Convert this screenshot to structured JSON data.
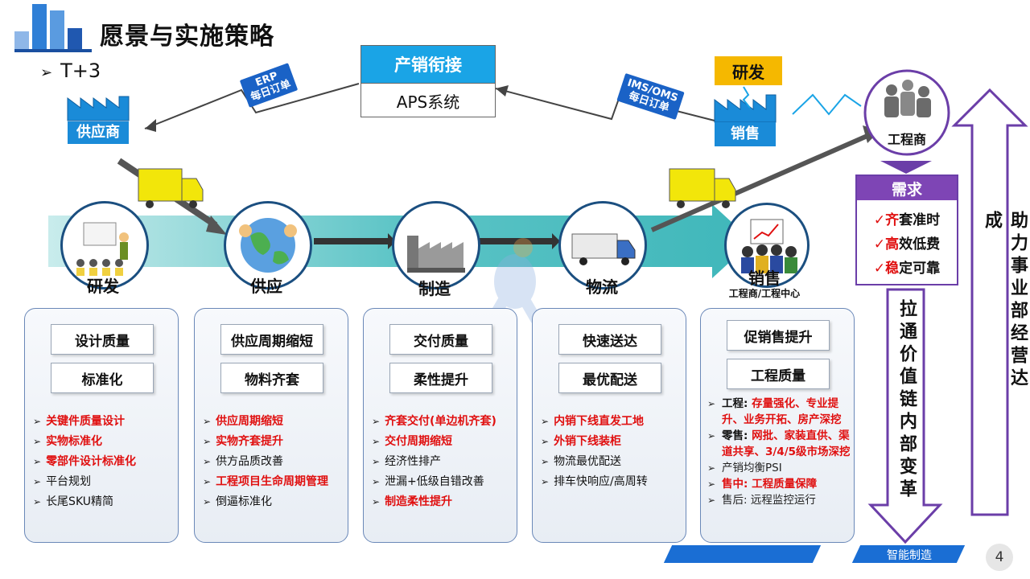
{
  "header": {
    "title": "愿景与实施策略",
    "subtitle": "T+3"
  },
  "top": {
    "box_title": "产销衔接",
    "box_body": "APS系统",
    "erp_tag_1": "ERP",
    "erp_tag_2": "每日订单",
    "ims_tag_1": "IMS/OMS",
    "ims_tag_2": "每日订单",
    "supplier": "供应商",
    "rnd": "研发",
    "sales_factory": "销售",
    "engineer": "工程商"
  },
  "stages": [
    {
      "label": "研发"
    },
    {
      "label": "供应"
    },
    {
      "label": "制造"
    },
    {
      "label": "物流"
    },
    {
      "label": "销售",
      "sub": "工程商/工程中心"
    }
  ],
  "cards": [
    {
      "pills": [
        "设计质量",
        "标准化"
      ],
      "items": [
        {
          "text": "关键件质量设计",
          "red": true
        },
        {
          "text": "实物标准化",
          "red": true
        },
        {
          "text": "零部件设计标准化",
          "red": true
        },
        {
          "text": "平台规划",
          "red": false
        },
        {
          "text": "长尾SKU精简",
          "red": false
        }
      ]
    },
    {
      "pills": [
        "供应周期缩短",
        "物料齐套"
      ],
      "items": [
        {
          "text": "供应周期缩短",
          "red": true
        },
        {
          "text": "实物齐套提升",
          "red": true
        },
        {
          "text": "供方品质改善",
          "red": false
        },
        {
          "text": "工程项目生命周期管理",
          "red": true
        },
        {
          "text": "倒逼标准化",
          "red": false
        }
      ]
    },
    {
      "pills": [
        "交付质量",
        "柔性提升"
      ],
      "items": [
        {
          "text": "齐套交付(单边机齐套)",
          "red": true
        },
        {
          "text": "交付周期缩短",
          "red": true
        },
        {
          "text": "经济性排产",
          "red": false
        },
        {
          "text": "泄漏+低级自错改善",
          "red": false
        },
        {
          "text": "制造柔性提升",
          "red": true
        }
      ]
    },
    {
      "pills": [
        "快速送达",
        "最优配送"
      ],
      "items": [
        {
          "text": "内销下线直发工地",
          "red": true
        },
        {
          "text": "外销下线装柜",
          "red": true
        },
        {
          "text": "物流最优配送",
          "red": false
        },
        {
          "text": "排车快响应/高周转",
          "red": false
        }
      ]
    }
  ],
  "card5": {
    "pills": [
      "促销售提升",
      "工程质量"
    ],
    "items": [
      {
        "label": "工程: ",
        "text": "存量强化、专业提升、业务开拓、房产深挖"
      },
      {
        "label": "零售: ",
        "text": "网批、家装直供、渠道共享、3/4/5级市场深挖"
      },
      {
        "label": "",
        "text": "产销均衡PSI",
        "plain": true
      },
      {
        "label": "售中: ",
        "text": "工程质量保障",
        "allred": true
      },
      {
        "label": "",
        "text": "售后: 远程监控运行",
        "plain": true
      }
    ]
  },
  "need": {
    "title": "需求",
    "items": [
      {
        "first": "齐",
        "rest": "套准时"
      },
      {
        "first": "高",
        "rest": "效低费"
      },
      {
        "first": "稳",
        "rest": "定可靠"
      }
    ]
  },
  "arrows": {
    "down": "拉通价值链内部变革",
    "up": "助力事业部经营达成"
  },
  "footer": {
    "label": "智能制造",
    "page": "4"
  },
  "colors": {
    "accent": "#1aa4e6",
    "purple": "#7e45b5",
    "red": "#e01010",
    "flow": "#4fc2c2"
  }
}
